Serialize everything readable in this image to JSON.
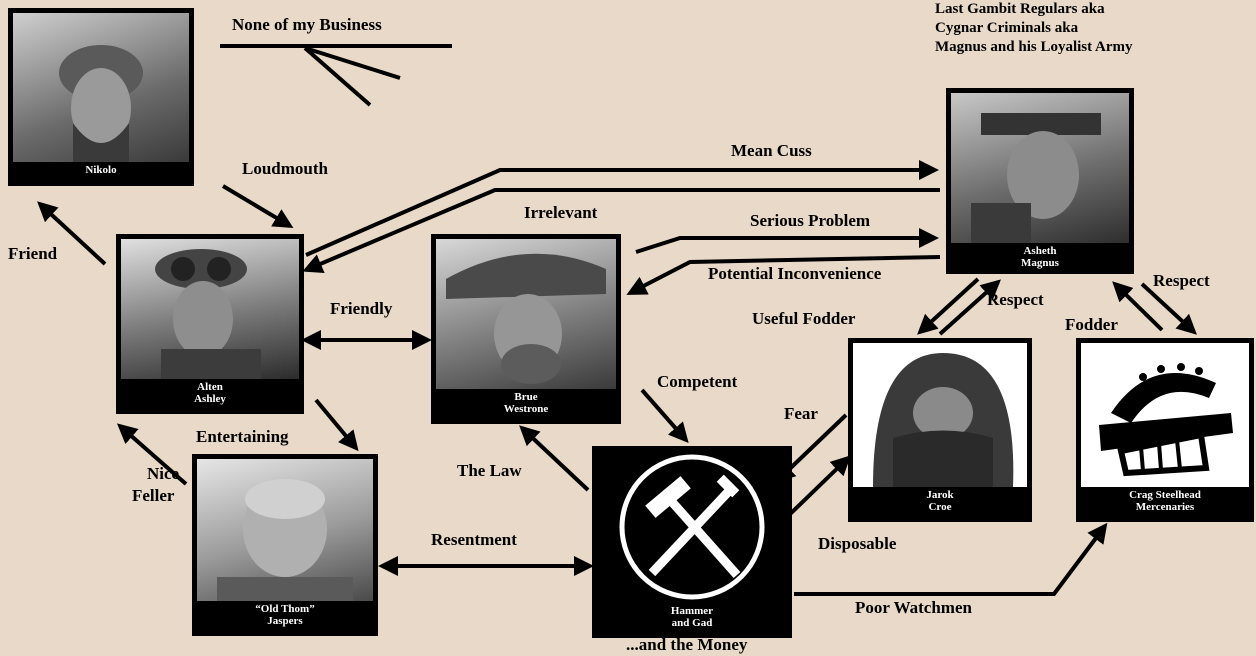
{
  "heading": [
    "Last Gambit Regulars aka",
    "Cygnar Criminals aka",
    "Magnus and his Loyalist Army"
  ],
  "nodes": {
    "nikolo": [
      "Nikolo"
    ],
    "alten": [
      "Alten",
      "Ashley"
    ],
    "brue": [
      "Brue",
      "Westrone"
    ],
    "asheth": [
      "Asheth",
      "Magnus"
    ],
    "jarok": [
      "Jarok",
      "Croe"
    ],
    "crag": [
      "Crag Steelhead",
      "Mercenaries"
    ],
    "thom": [
      "“Old Thom”",
      "Jaspers"
    ],
    "hammer": [
      "Hammer",
      "and Gad"
    ]
  },
  "labels": {
    "none": "None of my Business",
    "loudmouth": "Loudmouth",
    "friend": "Friend",
    "mean_cuss": "Mean Cuss",
    "irrelevant": "Irrelevant",
    "serious": "Serious Problem",
    "potential": "Potential Inconvenience",
    "friendly": "Friendly",
    "respect1": "Respect",
    "respect2": "Respect",
    "useful": "Useful Fodder",
    "fodder": "Fodder",
    "competent": "Competent",
    "fear": "Fear",
    "entertaining": "Entertaining",
    "nice": "Nice",
    "feller": "Feller",
    "law": "The Law",
    "resentment": "Resentment",
    "disposable": "Disposable",
    "poor": "Poor Watchmen",
    "money": "...and the Money"
  }
}
